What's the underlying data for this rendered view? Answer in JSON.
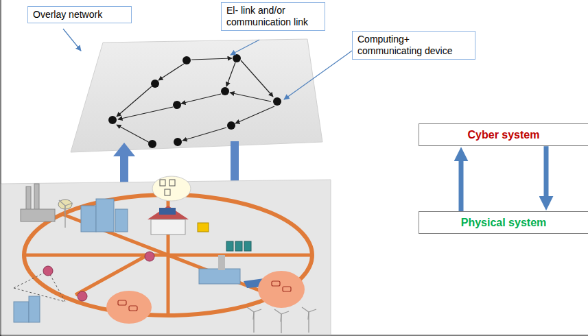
{
  "diagram": {
    "nodes": [
      {
        "text": [
          "Overlay network"
        ]
      },
      {
        "text": [
          "El- link and/or communication link"
        ]
      },
      {
        "text": [
          "Computing+ communicating device"
        ]
      },
      {
        "text": [
          "Cyber system"
        ]
      },
      {
        "text": [
          "Physical system"
        ]
      }
    ],
    "edges": [
      {
        "from": 4,
        "to": 3,
        "arrow": "to"
      },
      {
        "from": 3,
        "to": 4,
        "arrow": "to"
      }
    ]
  }
}
